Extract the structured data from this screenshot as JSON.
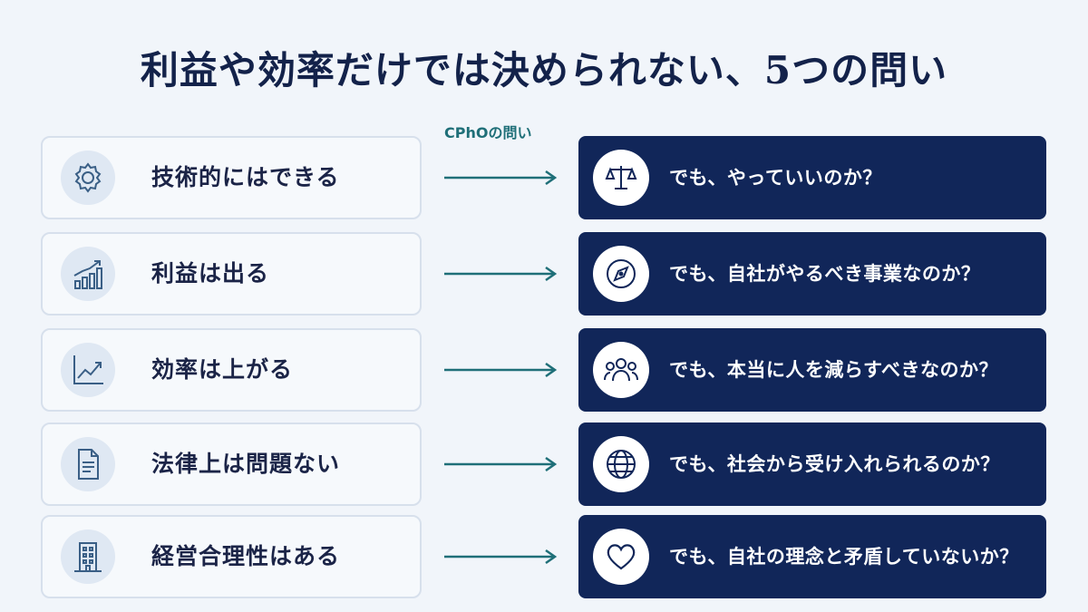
{
  "title": "利益や効率だけでは決められない、5つの問い",
  "column_label": "CPhOの問い",
  "colors": {
    "navy": "#112659",
    "teal": "#1f6f78",
    "accent_icon": "#3a5f86"
  },
  "rows": [
    {
      "statement": "技術的にはできる",
      "statement_icon": "gear-icon",
      "question": "でも、やっていいのか？",
      "question_icon": "scales-icon"
    },
    {
      "statement": "利益は出る",
      "statement_icon": "bar-chart-growth-icon",
      "question": "でも、自社がやるべき事業なのか？",
      "question_icon": "compass-icon"
    },
    {
      "statement": "効率は上がる",
      "statement_icon": "line-chart-up-icon",
      "question": "でも、本当に人を減らすべきなのか？",
      "question_icon": "people-group-icon"
    },
    {
      "statement": "法律上は問題ない",
      "statement_icon": "document-icon",
      "question": "でも、社会から受け入れられるのか？",
      "question_icon": "globe-icon"
    },
    {
      "statement": "経営合理性はある",
      "statement_icon": "building-icon",
      "question": "でも、自社の理念と矛盾していないか？",
      "question_icon": "heart-icon"
    }
  ]
}
